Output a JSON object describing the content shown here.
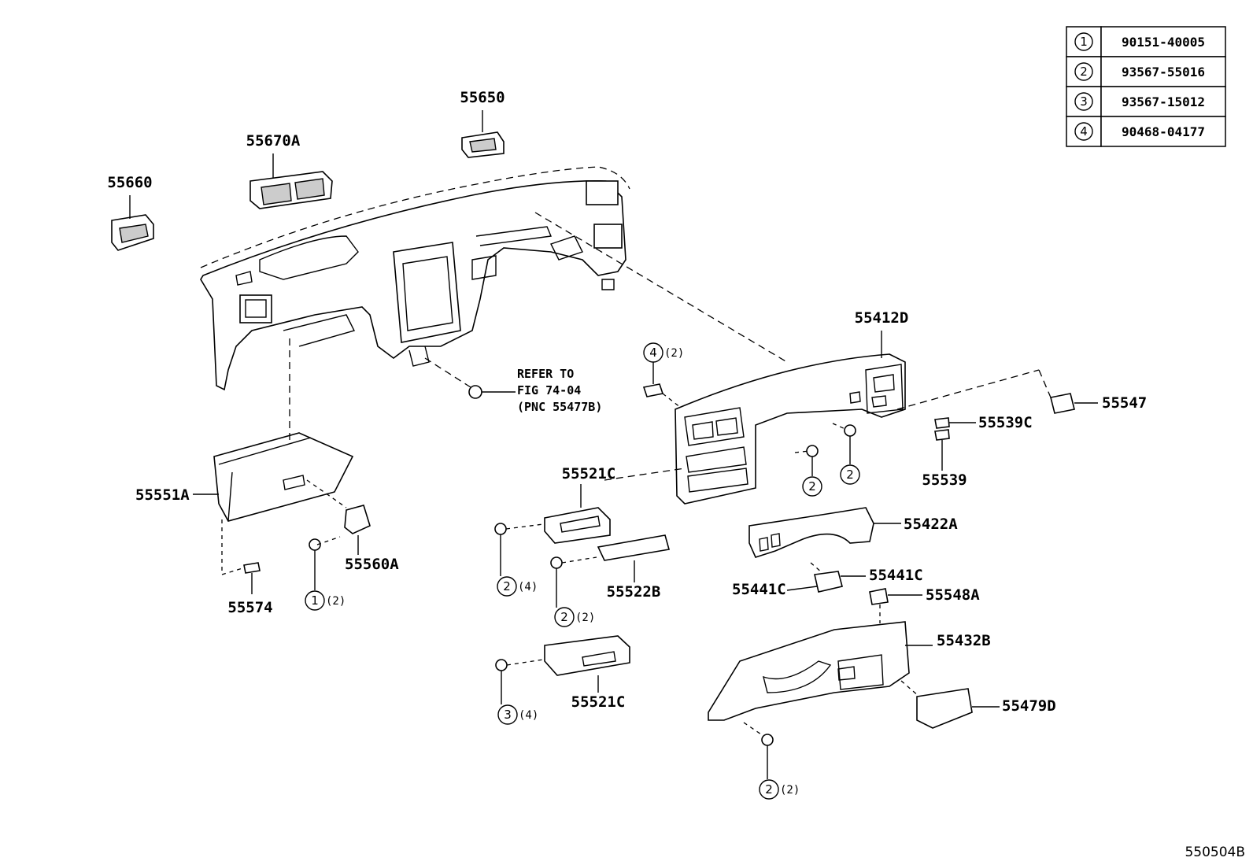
{
  "legend": [
    {
      "num": "1",
      "part": "90151-40005"
    },
    {
      "num": "2",
      "part": "93567-55016"
    },
    {
      "num": "3",
      "part": "93567-15012"
    },
    {
      "num": "4",
      "part": "90468-04177"
    }
  ],
  "parts": {
    "p55650": "55650",
    "p55670A": "55670A",
    "p55660": "55660",
    "p55412D": "55412D",
    "p55547": "55547",
    "p55539C": "55539C",
    "p55539": "55539",
    "p55551A": "55551A",
    "p55560A": "55560A",
    "p55574": "55574",
    "p55521C_top": "55521C",
    "p55522B": "55522B",
    "p55521C_bottom": "55521C",
    "p55422A": "55422A",
    "p55441C_left": "55441C",
    "p55441C_right": "55441C",
    "p55548A": "55548A",
    "p55432B": "55432B",
    "p55479D": "55479D"
  },
  "reference_note": {
    "line1": "REFER TO",
    "line2": "FIG 74-04",
    "line3": "(PNC 55477B)"
  },
  "callouts": {
    "c4_top": {
      "num": "4",
      "qty": "(2)"
    },
    "c2_screw_a": {
      "num": "2",
      "qty": ""
    },
    "c2_screw_b": {
      "num": "2",
      "qty": ""
    },
    "c1_glove": {
      "num": "1",
      "qty": "(2)"
    },
    "c2_box_a": {
      "num": "2",
      "qty": "(4)"
    },
    "c2_box_b": {
      "num": "2",
      "qty": "(2)"
    },
    "c3_box": {
      "num": "3",
      "qty": "(4)"
    },
    "c2_lower": {
      "num": "2",
      "qty": "(2)"
    }
  },
  "illustration_code": "550504B"
}
